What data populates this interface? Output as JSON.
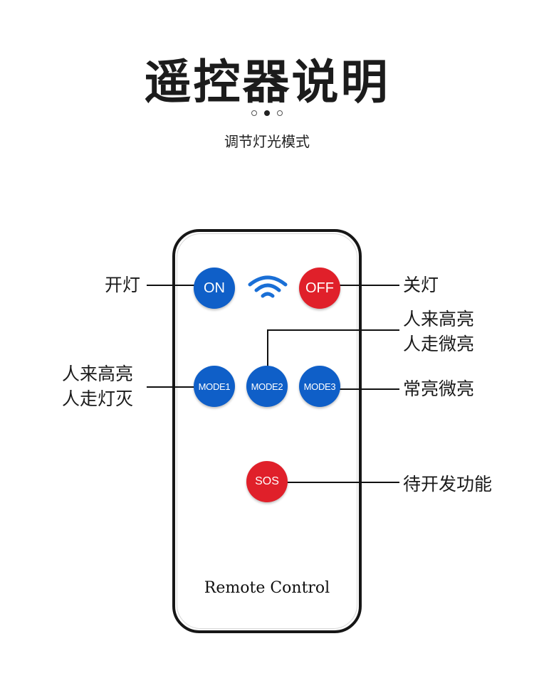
{
  "header": {
    "title": "遥控器说明",
    "subtitle": "调节灯光模式"
  },
  "remote": {
    "buttons": {
      "on": "ON",
      "off": "OFF",
      "mode1": "MODE1",
      "mode2": "MODE2",
      "mode3": "MODE3",
      "sos": "SOS"
    },
    "label_text": "Remote Control"
  },
  "annotations": {
    "on": "开灯",
    "off": "关灯",
    "mode1_line1": "人来高亮",
    "mode1_line2": "人走灯灭",
    "mode2_line1": "人来高亮",
    "mode2_line2": "人走微亮",
    "mode3": "常亮微亮",
    "sos": "待开发功能"
  },
  "colors": {
    "blue_button": "#0f5fc8",
    "red_button": "#e0202a",
    "wifi_icon": "#1a6fd6"
  },
  "icons": [
    "wifi-icon"
  ]
}
